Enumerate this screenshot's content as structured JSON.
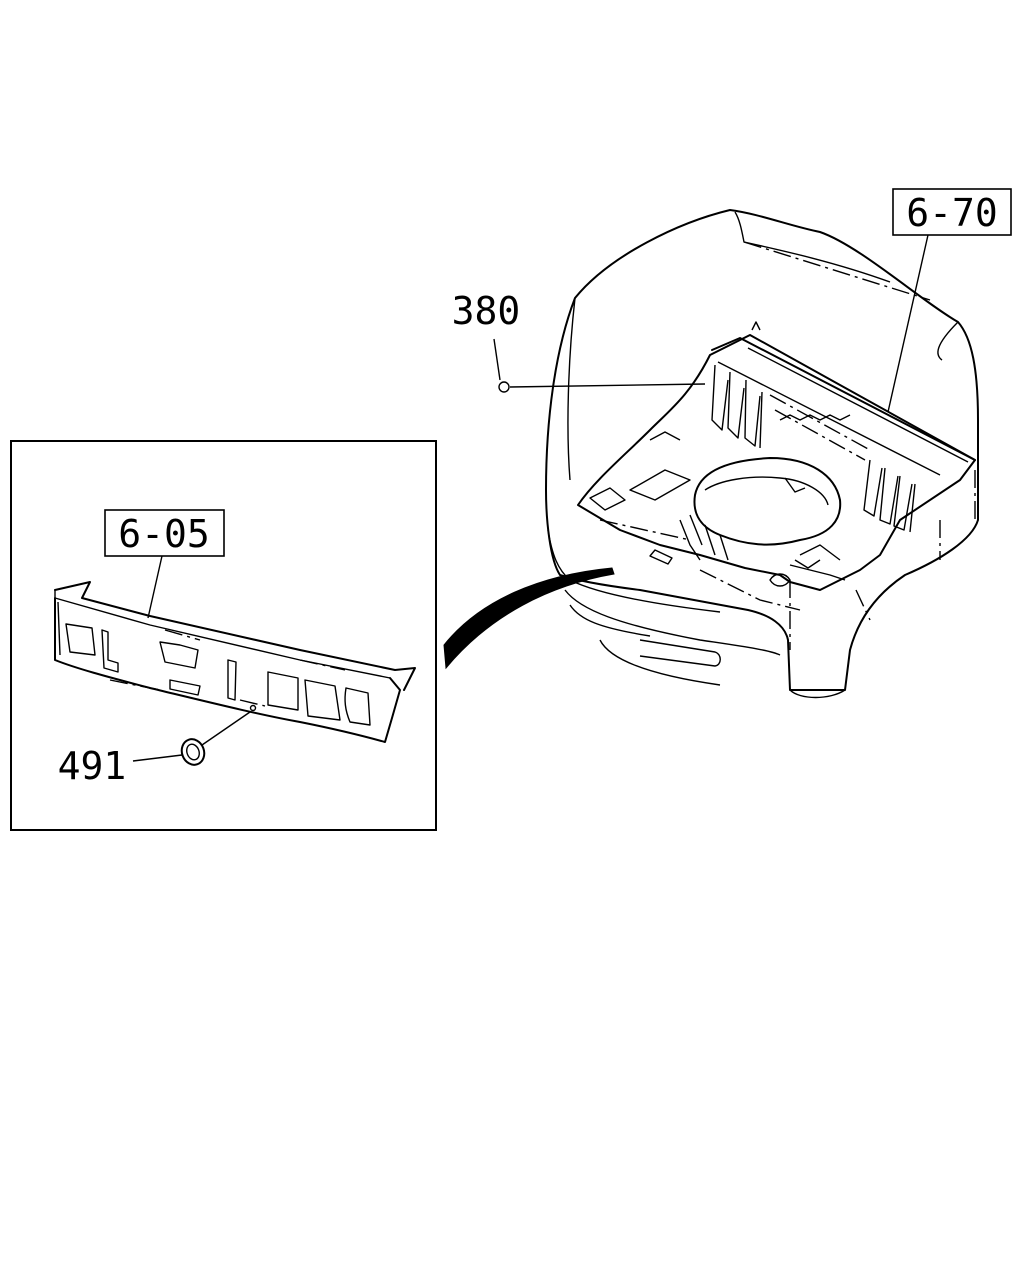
{
  "callouts": {
    "ref_cab_floor": "6-70",
    "ref_front_panel": "6-05",
    "part_380": "380",
    "part_491": "491"
  }
}
